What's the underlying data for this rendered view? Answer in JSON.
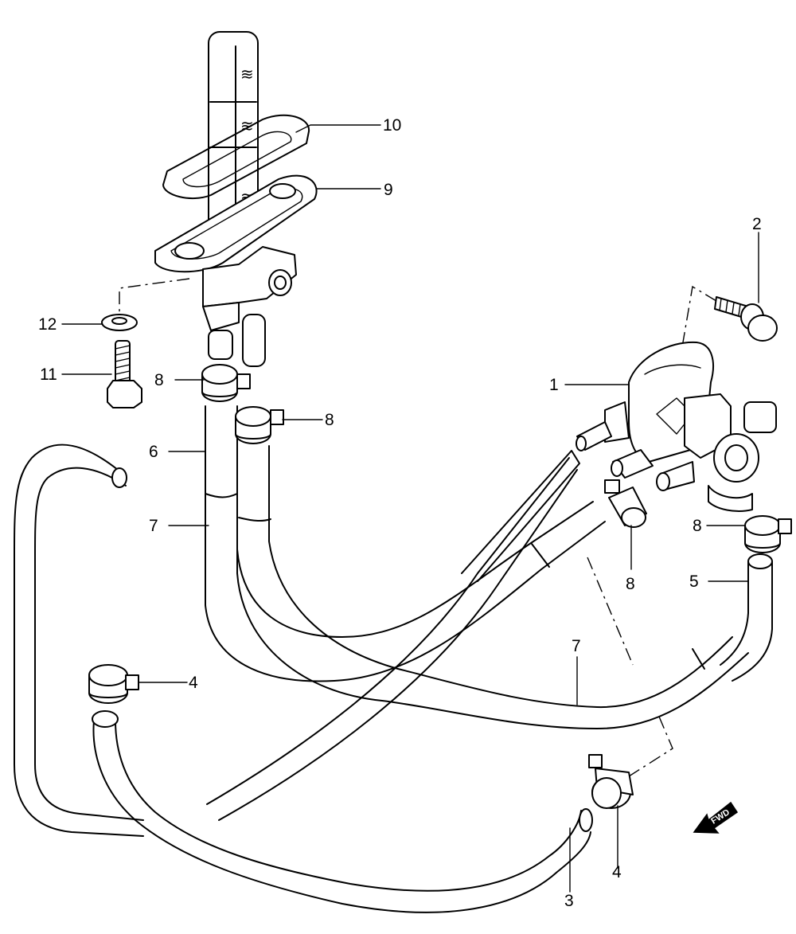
{
  "callouts": [
    {
      "id": "c1",
      "text": "1"
    },
    {
      "id": "c2",
      "text": "2"
    },
    {
      "id": "c3",
      "text": "3"
    },
    {
      "id": "c4a",
      "text": "4"
    },
    {
      "id": "c4b",
      "text": "4"
    },
    {
      "id": "c5",
      "text": "5"
    },
    {
      "id": "c6",
      "text": "6"
    },
    {
      "id": "c7a",
      "text": "7"
    },
    {
      "id": "c7b",
      "text": "7"
    },
    {
      "id": "c8a",
      "text": "8"
    },
    {
      "id": "c8b",
      "text": "8"
    },
    {
      "id": "c8c",
      "text": "8"
    },
    {
      "id": "c8d",
      "text": "8"
    },
    {
      "id": "c9",
      "text": "9"
    },
    {
      "id": "c10",
      "text": "10"
    },
    {
      "id": "c11",
      "text": "11"
    },
    {
      "id": "c12",
      "text": "12"
    }
  ],
  "direction_badge": {
    "text": "FWD",
    "icon": "fwd-arrow-icon"
  }
}
